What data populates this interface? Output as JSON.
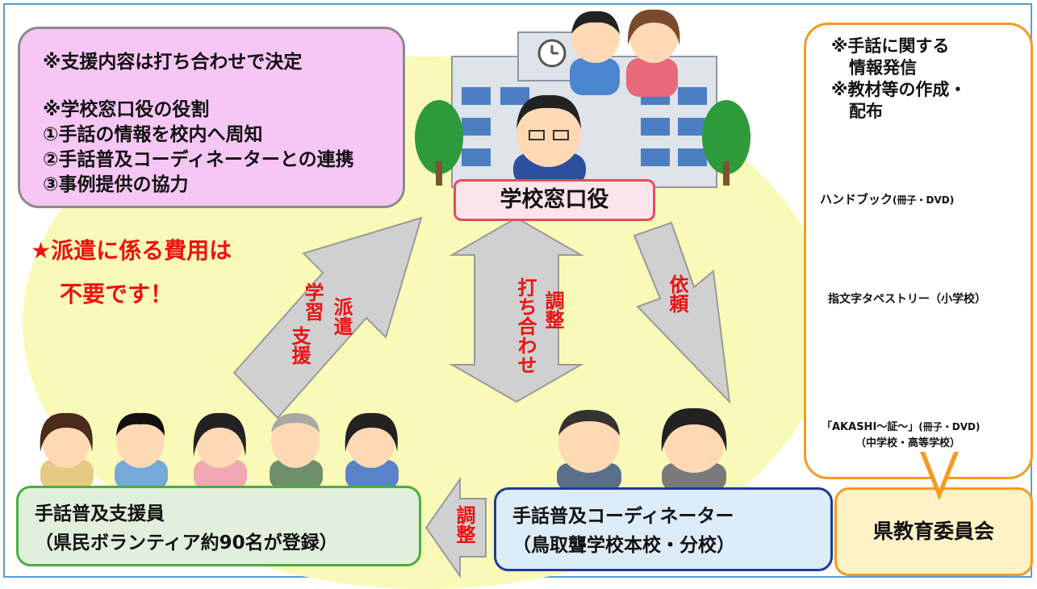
{
  "note": {
    "line1": "※支援内容は打ち合わせで決定",
    "line2": "※学校窓口役の役割",
    "line3": "①手話の情報を校内へ周知",
    "line4": "②手話普及コーディネーターとの連携",
    "line5": "③事例提供の協力"
  },
  "cost_note": {
    "line1": "★派遣に係る費用は",
    "line2": "不要です！"
  },
  "school_contact": "学校窓口役",
  "arrows": {
    "dispatch": [
      "学習",
      "派遣",
      "支援"
    ],
    "coordination": [
      "打ち合わせ",
      "調整"
    ],
    "request": "依頼",
    "adjust": "調整"
  },
  "supporters": {
    "line1": "手話普及支援員",
    "line2": "（県民ボランティア約90名が登録）"
  },
  "coordinator": {
    "line1": "手話普及コーディネーター",
    "line2": "（鳥取聾学校本校・分校）"
  },
  "board": "県教育委員会",
  "callout": {
    "line1": "※手話に関する",
    "line2": "情報発信",
    "line3": "※教材等の作成・",
    "line4": "配布",
    "handbook_main": "ハンドブック",
    "handbook_small": "(冊子・DVD)",
    "tapestry": "指文字タペストリー（小学校）",
    "akashi_main": "「AKASHI～証～」",
    "akashi_small": "(冊子・DVD)",
    "akashi_note": "（中学校・高等学校）"
  },
  "colors": {
    "red": "#ee1111",
    "arrow_gray": "#d0d0d0",
    "blob": "#fafab8"
  }
}
